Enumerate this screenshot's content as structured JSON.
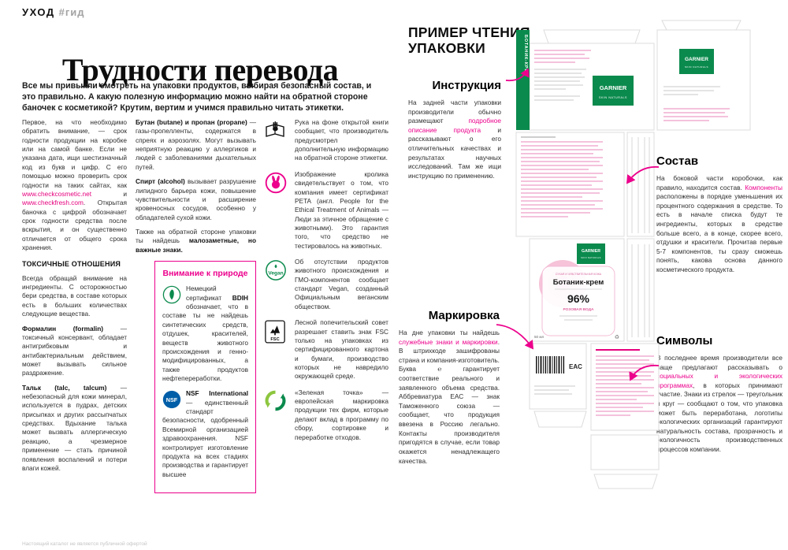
{
  "page": {
    "kicker": "УХОД",
    "kicker_tag": "#гид",
    "footer": "Настоящий каталог не является публичной офертой"
  },
  "article": {
    "title": "Трудности перевода",
    "intro": "Все мы привыкли смотреть на упаковки продуктов, выбирая безопасный состав, и это правильно. А какую полезную информацию можно найти на обратной стороне баночек с косметикой? Крутим, вертим и учимся правильно читать этикетки.",
    "col1": {
      "p1_pre": "Первое, на что необходимо обратить внимание, — срок годности продукции на коробке или на самой банке. Если не указана дата, ищи шестизначный код из букв и цифр. С его помощью можно проверить срок годности на таких сайтах, как ",
      "p1_url1": "www.checkcosmetic.net",
      "p1_mid": " и ",
      "p1_url2": "www.checkfresh.com",
      "p1_post": ". Открытая баночка с цифрой обозначает срок годности средства после вскрытия, и он существенно отличается от общего срока хранения.",
      "subhead": "ТОКСИЧНЫЕ ОТНОШЕНИЯ",
      "p2": "Всегда обращай внимание на ингредиенты. С осторожностью бери средства, в составе которых есть в больших количествах следующие вещества.",
      "p3_lead": "Формалин (formalin)",
      "p3_rest": " — токсичный консервант, обладает антигрибковым и антибактериальным действием, может вызывать сильное раздражение.",
      "p4_lead": "Тальк (talc, talcum)",
      "p4_rest": " — небезопасный для кожи минерал, используется в пудрах, детских присыпках и других рассыпчатых средствах. Вдыхание талька может вызвать аллергическую реакцию, а чрезмерное применение — стать причиной появления воспалений и потери влаги кожей."
    },
    "col2": {
      "p1_lead": "Бутан (butane) и пропан (propane)",
      "p1_rest": " — газы-пропелленты, содержатся в спреях и аэрозолях. Могут вызывать неприятную реакцию у аллергиков и людей с заболеваниями дыхательных путей.",
      "p2_lead": "Спирт (alcohol)",
      "p2_rest": " вызывает разрушение липидного барьера кожи, повышение чувствительности и расширение кровеносных сосудов, особенно у обладателей сухой кожи.",
      "p3_pre": "Также на обратной стороне упаковки ты найдешь ",
      "p3_bold": "малозаметные, но важные знаки."
    },
    "nature_box": {
      "title": "Внимание к природе",
      "bdih_pre": "Немецкий сертификат ",
      "bdih_bold": "BDIH",
      "bdih_post": " обозначает, что в составе ты не найдешь синтетических средств, отдушек, красителей, веществ животного происхождения и генно-модифицированных, а также продуктов нефтепереработки.",
      "nsf_label": "NSF",
      "nsf_lead": "NSF International",
      "nsf_post": " — единственный стандарт безопасности, одобренный Всемирной организацией здравоохранения. NSF контролирует изготовление продукта на всех стадиях производства и гарантирует высшее"
    },
    "vegan_label": "Vegan",
    "fsc_label": "FSC",
    "signs": [
      {
        "icon": "hand-book",
        "text": "Рука на фоне открытой книги сообщает, что производитель предусмотрел дополнительную информацию на обратной стороне этикетки."
      },
      {
        "icon": "cruelty-free-bunny",
        "text": "Изображение кролика свидетельствует о том, что компания имеет сертификат PETA (англ. People for the Ethical Treatment of Animals — Люди за этичное обращение с животными). Это гарантия того, что средство не тестировалось на животных."
      },
      {
        "icon": "vegan",
        "text": "Об отсутствии продуктов животного происхождения и ГМО-компонентов сообщает стандарт Vegan, созданный Официальным веганским обществом."
      },
      {
        "icon": "fsc",
        "text": "Лесной попечительский совет разрешает ставить знак FSC только на упаковках из сертифицированного картона и бумаги, производство которых не навредило окружающей среде."
      },
      {
        "icon": "green-dot",
        "text": "«Зеленая точка» — европейская маркировка продукции тех фирм, которые делают вклад в программу по сбору, сортировке и переработке отходов."
      }
    ]
  },
  "example": {
    "title": "ПРИМЕР ЧТЕНИЯ УПАКОВКИ",
    "instruction": {
      "heading": "Инструкция",
      "pre": "На задней части упаковки производители обычно размещают ",
      "hl": "подробное описание продукта",
      "post": " и рассказывают о его отличительных качествах и результатах научных исследований. Там же ищи инструкцию по применению."
    },
    "composition": {
      "heading": "Состав",
      "pre": "На боковой части коробочки, как правило, находится состав. ",
      "hl": "Компоненты",
      "post": " расположены в порядке уменьшения их процентного содержания в средстве. То есть в начале списка будут те ингредиенты, которых в средстве больше всего, а в конце, скорее всего, отдушки и красители. Прочитав первые 5-7 компонентов, ты сразу сможешь понять, какова основа данного косметического продукта."
    },
    "marking": {
      "heading": "Маркировка",
      "pre": "На дне упаковки ты найдешь ",
      "hl": "служебные знаки и маркировки",
      "post": ". В штрихкоде зашифрованы страна и компания-изготовитель. Буква ℮ гарантирует соответствие реального и заявленного объема средства. Аббревиатура ЕАС — знак Таможенного союза — сообщает, что продукция ввезена в Россию легально. Контакты производителя пригодятся в случае, если товар окажется ненадлежащего качества."
    },
    "symbols": {
      "heading": "Символы",
      "pre": "В последнее время производители все чаще предлагают рассказывать о ",
      "hl": "социальных и экологических программах",
      "post": ", в которых принимают участие. Знаки из стрелок — треугольник и круг — сообщают о том, что упаковка может быть переработана, логотипы экологических организаций гарантируют натуральность состава, прозрачность и экологичность производственных процессов компании."
    },
    "package": {
      "brand": "GARNIER",
      "brand_sub": "SKIN NATURALS",
      "spine": "БОТАНИК-КРЕМ",
      "skin": "СУХАЯ И ЧУВСТВИТЕЛЬНАЯ КОЖА",
      "product": "Ботаник-крем",
      "percent": "96%",
      "water": "РОЗОВАЯ ВОДА",
      "volume": "50 мл",
      "eac": "EAC",
      "recycle": "♻"
    }
  },
  "colors": {
    "accent": "#ec008c",
    "green": "#0b8a4d",
    "nsf_blue": "#005ea8"
  }
}
